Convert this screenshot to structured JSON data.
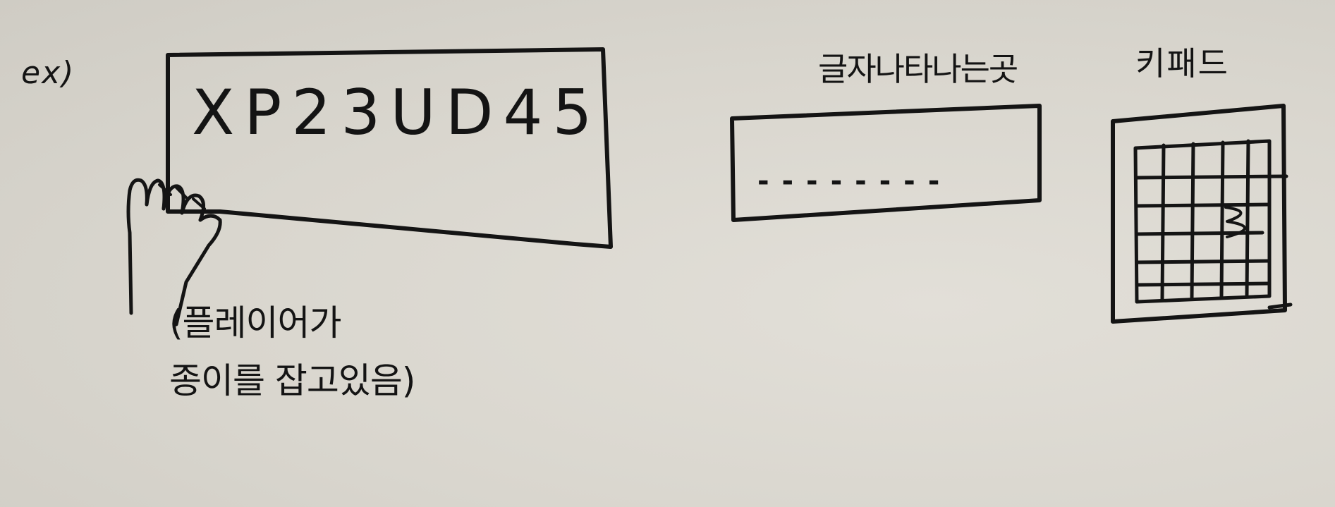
{
  "example_label": "ex)",
  "card": {
    "code": "XP23UD45"
  },
  "note": {
    "line1": "(플레이어가",
    "line2": "종이를 잡고있음)"
  },
  "char_display": {
    "title": "글자나타나는곳",
    "placeholder": "- - - - - - - -"
  },
  "keypad": {
    "title": "키패드"
  }
}
